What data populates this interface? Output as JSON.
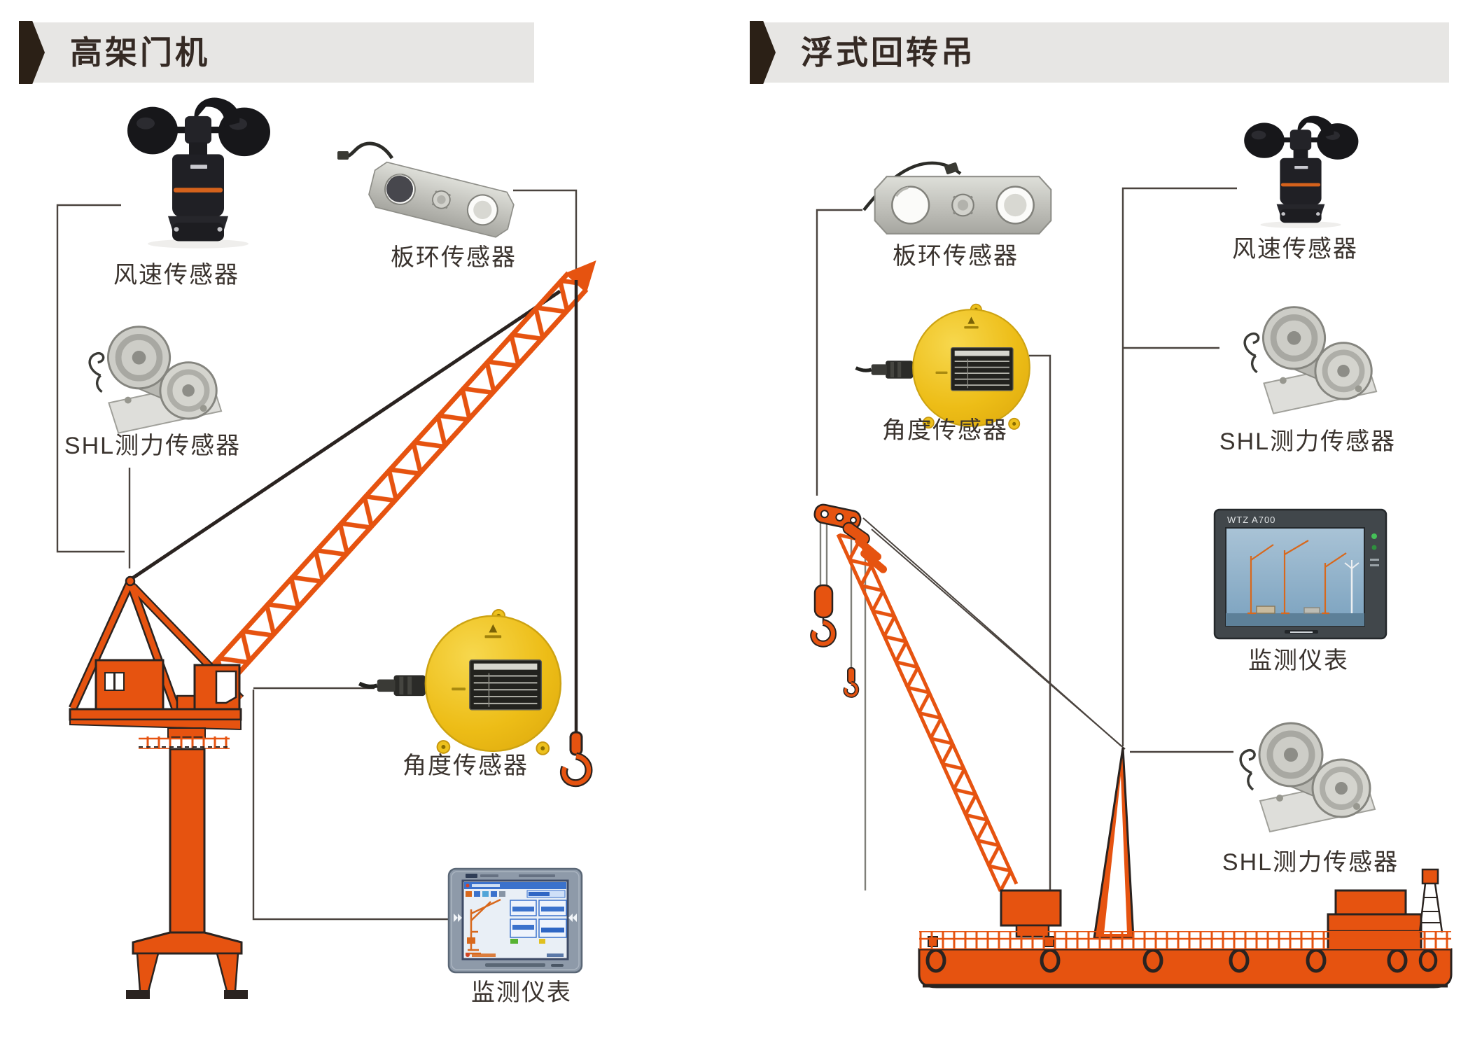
{
  "panels": {
    "left": {
      "title": "高架门机",
      "sensors": [
        {
          "id": "wind-speed",
          "label": "风速传感器"
        },
        {
          "id": "plate-ring",
          "label": "板环传感器"
        },
        {
          "id": "shl-force",
          "label": "SHL测力传感器"
        },
        {
          "id": "angle",
          "label": "角度传感器"
        },
        {
          "id": "monitor",
          "label": "监测仪表"
        }
      ]
    },
    "right": {
      "title": "浮式回转吊",
      "monitor_model": "WTZ A700",
      "sensors": [
        {
          "id": "plate-ring",
          "label": "板环传感器"
        },
        {
          "id": "wind-speed",
          "label": "风速传感器"
        },
        {
          "id": "angle",
          "label": "角度传感器"
        },
        {
          "id": "shl-force-upper",
          "label": "SHL测力传感器"
        },
        {
          "id": "monitor",
          "label": "监测仪表"
        },
        {
          "id": "shl-force-lower",
          "label": "SHL测力传感器"
        }
      ]
    }
  },
  "colors": {
    "crane_orange": "#E65310",
    "banner_gray": "#E7E6E4",
    "arrow_dark": "#2B2016",
    "connector_dark": "#4A433E",
    "sensor_yellow": "#EFC11E"
  }
}
